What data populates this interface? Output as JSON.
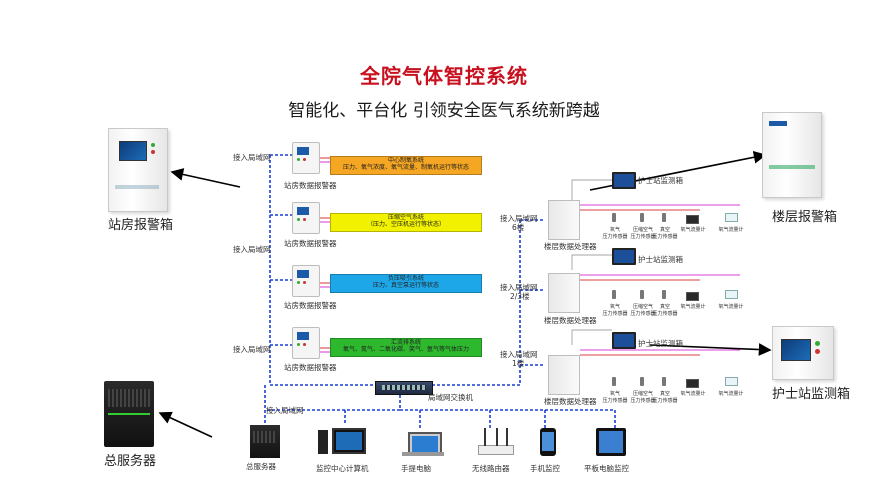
{
  "title": "全院气体智控系统",
  "subtitle": "智能化、平台化 引领安全医气系统新跨越",
  "left_labels": {
    "station_alarm_box": "站房报警箱",
    "main_server": "总服务器"
  },
  "right_labels": {
    "floor_alarm_box": "楼层报警箱",
    "nurse_station_box": "护士站监测箱"
  },
  "network_labels": {
    "lan1": "接入局域网",
    "lan2": "接入局域网",
    "lan3": "接入局域网",
    "lan_top_right": "接入局域网",
    "lan_mid_right": "接入局域网",
    "lan_bot_right": "接入局域网",
    "lan_server": "接入局域网",
    "switch": "局域网交换机"
  },
  "floor_tags": {
    "f1": "6楼",
    "f2": "2/3楼",
    "f3": "1楼"
  },
  "station_alarms": [
    {
      "label": "站房数据报警器",
      "system_title": "中心制氧系统",
      "system_desc": "压力、氧气浓度、氧气流量、制氧机运行等状态",
      "color": "#f5a623"
    },
    {
      "label": "站房数据报警器",
      "system_title": "压缩空气系统",
      "system_desc": "（压力、空压机运行等状态）",
      "color": "#f2f200"
    },
    {
      "label": "站房数据报警器",
      "system_title": "负压吸引系统",
      "system_desc": "压力、真空泵运行等状态",
      "color": "#1ea7e8"
    },
    {
      "label": "站房数据报警器",
      "system_title": "汇流排系统",
      "system_desc": "氧气、氮气、二氧化碳、笑气、氩气等气体压力",
      "color": "#2eb82e"
    }
  ],
  "processors": [
    {
      "label": "楼层数据处理器"
    },
    {
      "label": "楼层数据处理器"
    },
    {
      "label": "楼层数据处理器"
    }
  ],
  "nurse_panels": [
    {
      "label": "护士站监测箱"
    },
    {
      "label": "护士站监测箱"
    },
    {
      "label": "护士站监测箱"
    }
  ],
  "floor_sensors": [
    [
      "氧气\n压力传感器",
      "压缩空气\n压力传感器",
      "真空\n压力传感器",
      "氧气流量计",
      "氧气流量计"
    ],
    [
      "氧气\n压力传感器",
      "压缩空气\n压力传感器",
      "真空\n压力传感器",
      "氧气流量计",
      "氧气流量计"
    ],
    [
      "氧气\n压力传感器",
      "压缩空气\n压力传感器",
      "真空\n压力传感器",
      "氧气流量计",
      "氧气流量计"
    ]
  ],
  "bottom_devices": [
    {
      "label": "总服务器"
    },
    {
      "label": "监控中心计算机"
    },
    {
      "label": "手提电脑"
    },
    {
      "label": "无线路由器"
    },
    {
      "label": "手机监控"
    },
    {
      "label": "平板电脑监控"
    }
  ],
  "colors": {
    "title": "#c8101e",
    "network_line": "#1a3fd6",
    "arrow": "#000000"
  }
}
